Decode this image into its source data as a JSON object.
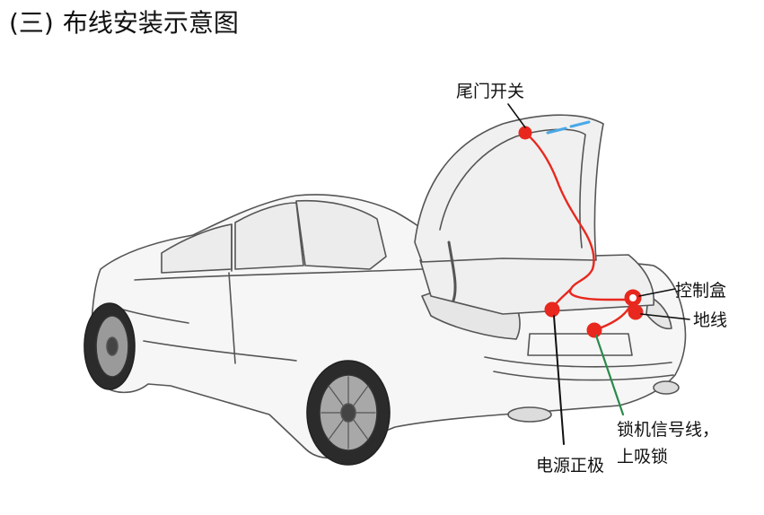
{
  "heading": {
    "number": "(三)",
    "title": "布线安装示意图"
  },
  "callouts": {
    "tailgate_switch": "尾门开关",
    "control_box": "控制盒",
    "ground_wire": "地线",
    "lock_signal_line1": "锁机信号线，",
    "lock_signal_line2": "上吸锁",
    "power_positive": "电源正极"
  },
  "colors": {
    "wire_red": "#e8281e",
    "wire_green": "#2a8a4a",
    "leader_black": "#111111",
    "car_outline": "#555555",
    "car_fill": "#f4f4f4",
    "light_blue": "#4aa8e8"
  }
}
